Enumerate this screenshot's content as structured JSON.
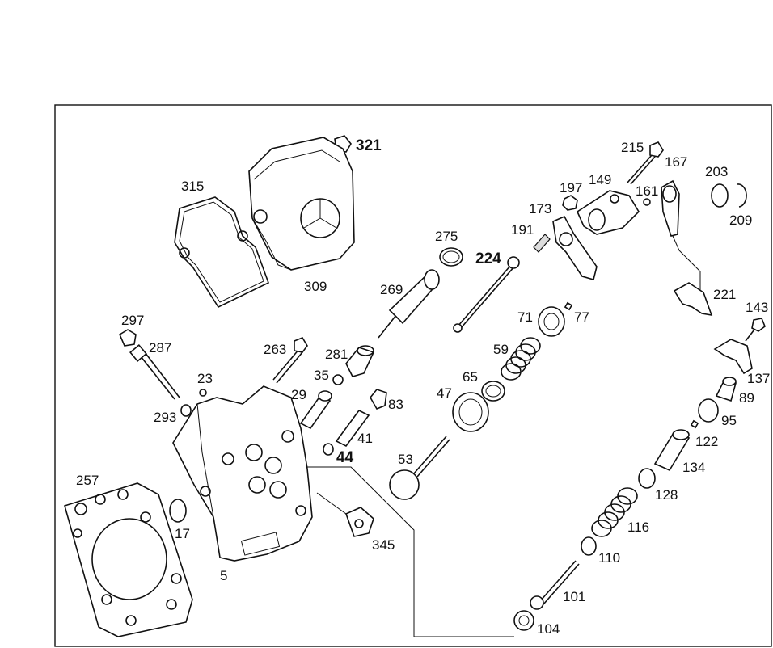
{
  "diagram": {
    "labels": {
      "p321": "321",
      "p315": "315",
      "p309": "309",
      "p275": "275",
      "p269": "269",
      "p224": "224",
      "p191": "191",
      "p173": "173",
      "p197": "197",
      "p149": "149",
      "p215": "215",
      "p167": "167",
      "p161": "161",
      "p203": "203",
      "p209": "209",
      "p221": "221",
      "p71": "71",
      "p77": "77",
      "p297": "297",
      "p287": "287",
      "p263": "263",
      "p281": "281",
      "p35": "35",
      "p29": "29",
      "p83": "83",
      "p59": "59",
      "p65": "65",
      "p47": "47",
      "p143": "143",
      "p137": "137",
      "p89": "89",
      "p23": "23",
      "p293": "293",
      "p41": "41",
      "p44": "44",
      "p95": "95",
      "p122": "122",
      "p53": "53",
      "p134": "134",
      "p257": "257",
      "p128": "128",
      "p17": "17",
      "p345": "345",
      "p116": "116",
      "p5": "5",
      "p110": "110",
      "p101": "101",
      "p104": "104"
    }
  }
}
